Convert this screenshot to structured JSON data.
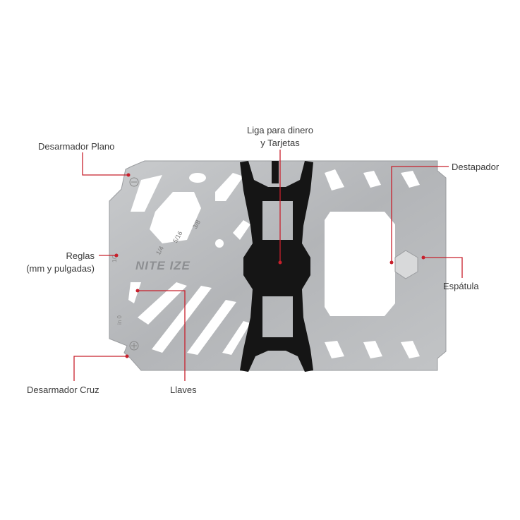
{
  "labels": {
    "flat_screwdriver": "Desarmador Plano",
    "band_line1": "Liga para dinero",
    "band_line2": "y Tarjetas",
    "bottle_opener": "Destapador",
    "rulers_line1": "Reglas",
    "rulers_line2": "(mm y pulgadas)",
    "spatula": "Espátula",
    "phillips_screwdriver": "Desarmador Cruz",
    "wrenches": "Llaves"
  },
  "card": {
    "brand": "NITE IZE",
    "wrench_sizes": [
      "1/4",
      "5/16",
      "3/8"
    ],
    "ruler_marks": [
      "1/2",
      "in 0"
    ]
  },
  "colors": {
    "leader": "#c8202c",
    "steel": "#b9bbbd",
    "band": "#151515"
  }
}
